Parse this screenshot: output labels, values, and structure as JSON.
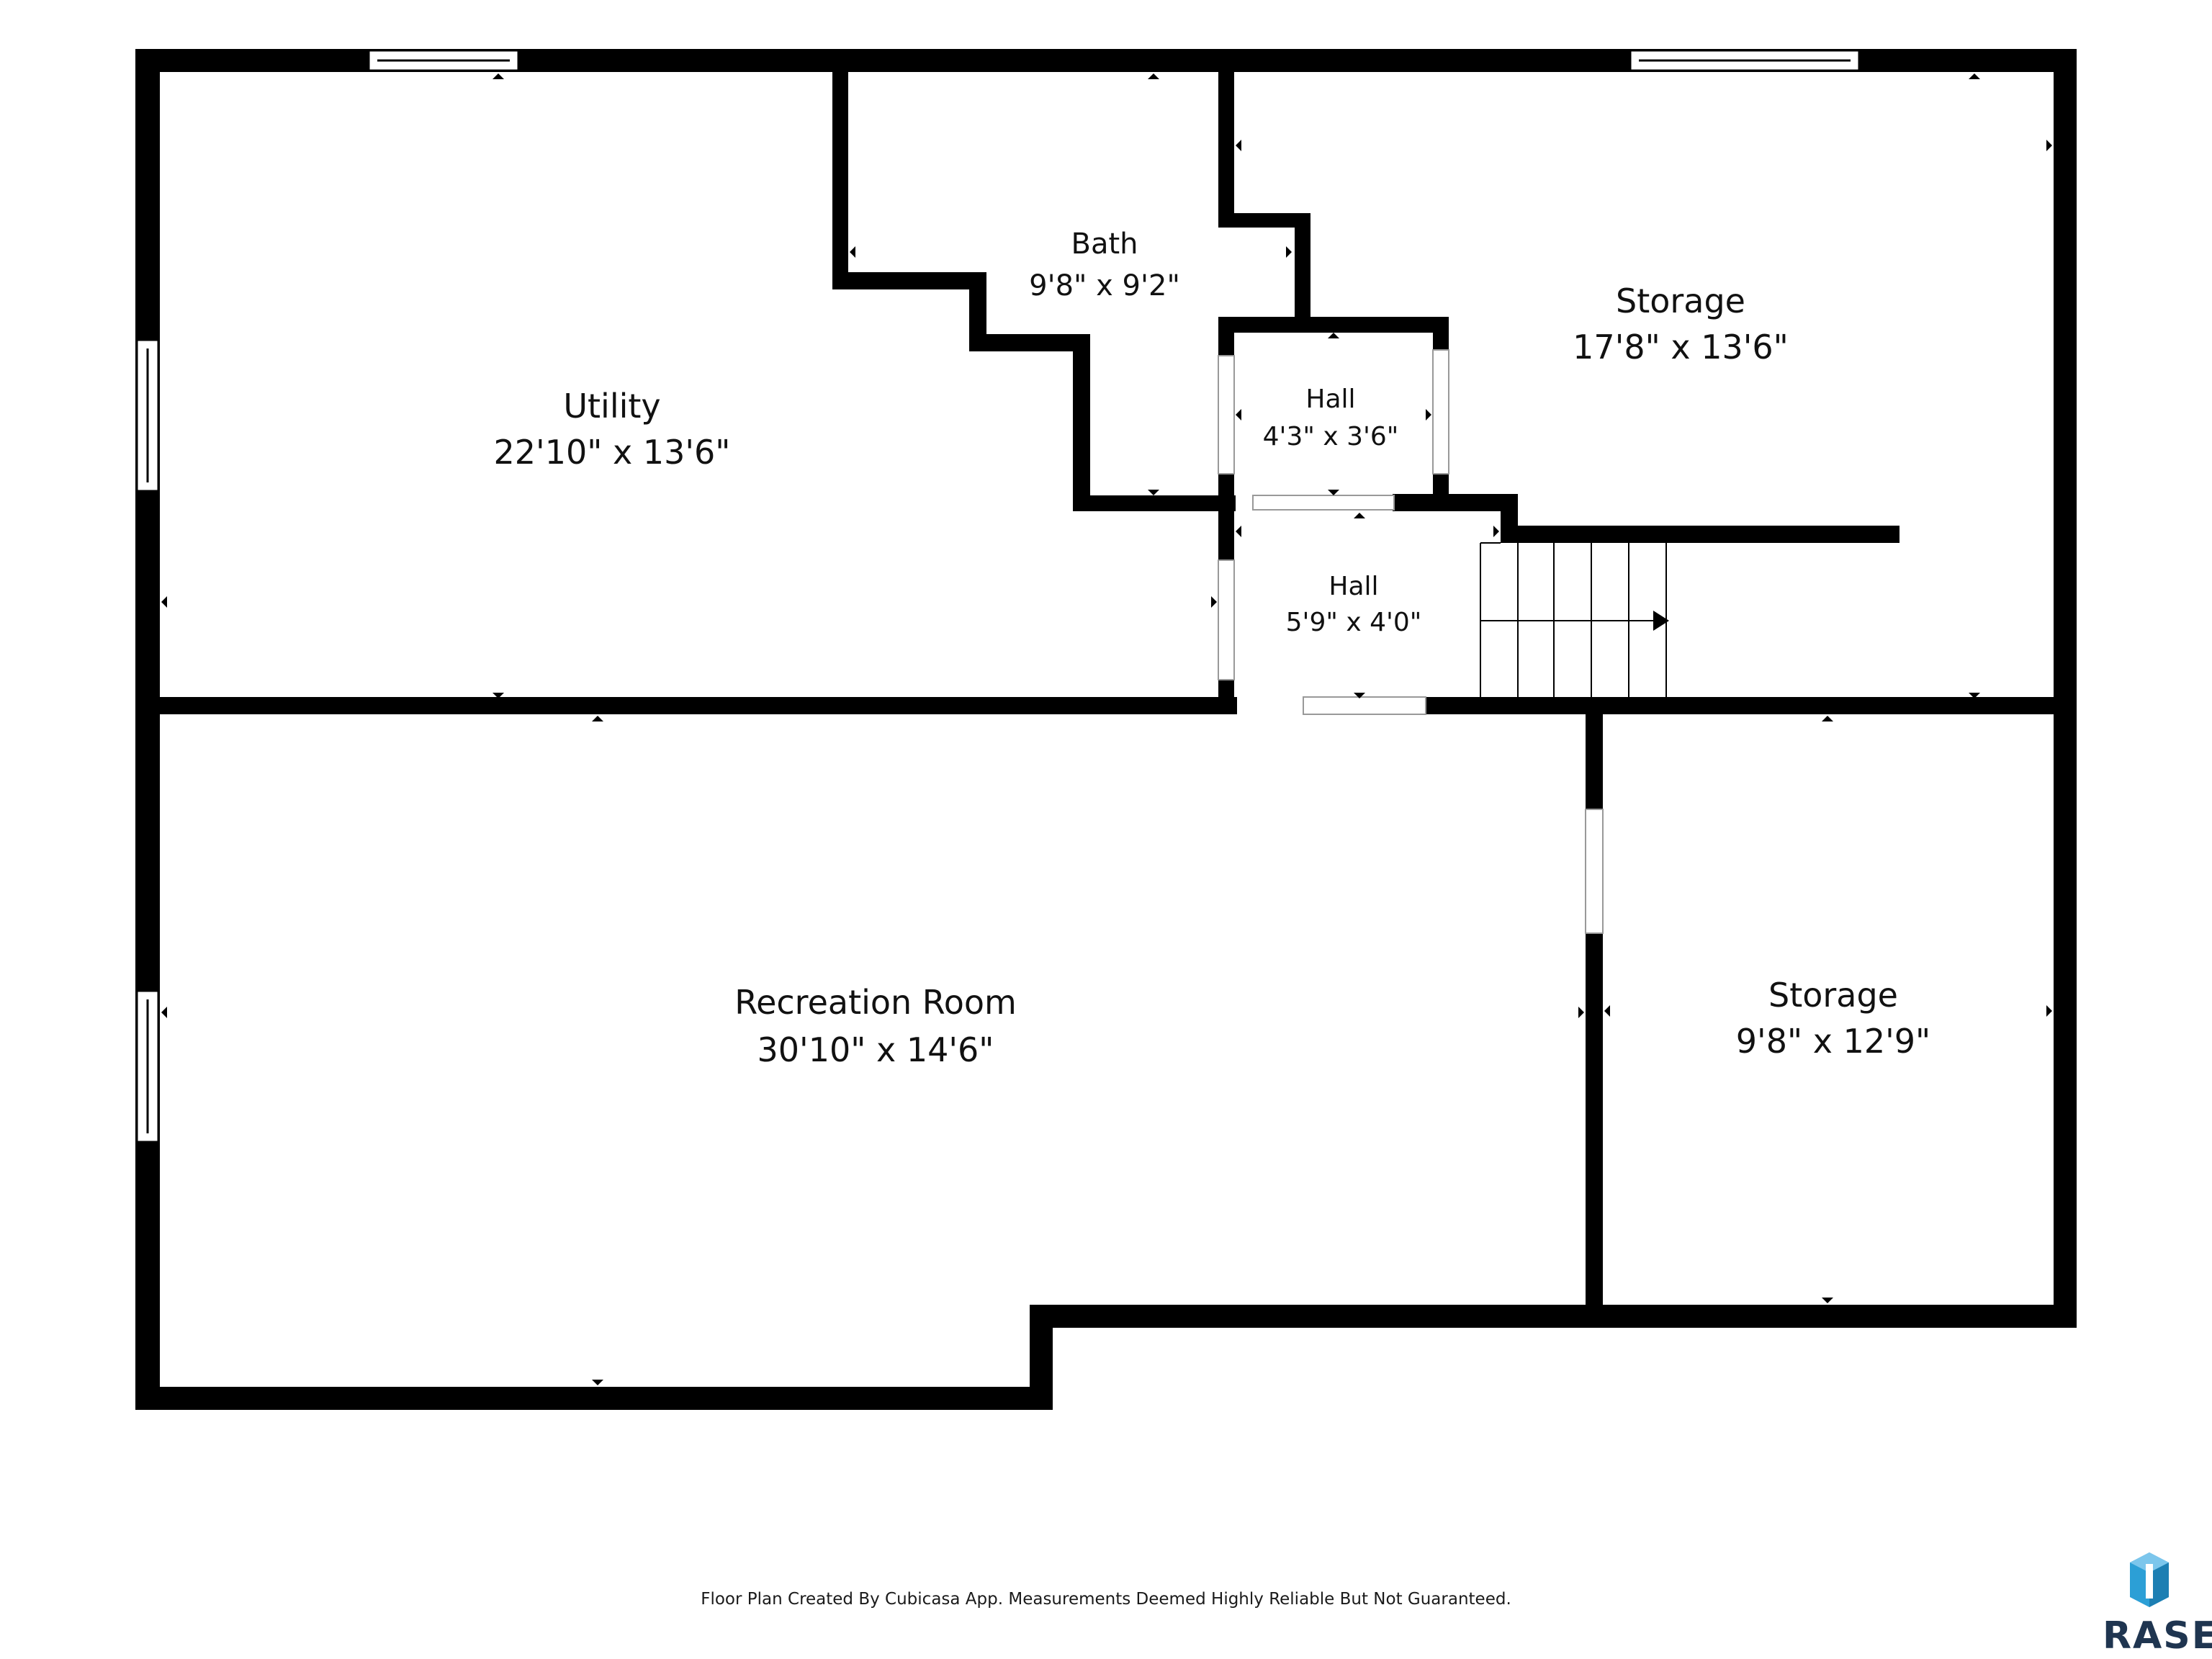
{
  "plan": {
    "rooms": [
      {
        "id": "utility",
        "name": "Utility",
        "dimensions": "22'10\" x 13'6\""
      },
      {
        "id": "bath",
        "name": "Bath",
        "dimensions": "9'8\" x 9'2\""
      },
      {
        "id": "storage-north",
        "name": "Storage",
        "dimensions": "17'8\" x 13'6\""
      },
      {
        "id": "hall-upper",
        "name": "Hall",
        "dimensions": "4'3\" x 3'6\""
      },
      {
        "id": "hall-lower",
        "name": "Hall",
        "dimensions": "5'9\" x 4'0\""
      },
      {
        "id": "recreation-room",
        "name": "Recreation Room",
        "dimensions": "30'10\" x 14'6\""
      },
      {
        "id": "storage-south",
        "name": "Storage",
        "dimensions": "9'8\" x 12'9\""
      }
    ]
  },
  "footer": {
    "note": "Floor Plan Created By Cubicasa App. Measurements Deemed Highly Reliable But Not Guaranteed."
  },
  "logo": {
    "text": "RASE",
    "icon": "rase-cube-logo-icon",
    "colors": {
      "dark": "#1f3550",
      "accent": "#2c9fd6"
    }
  }
}
